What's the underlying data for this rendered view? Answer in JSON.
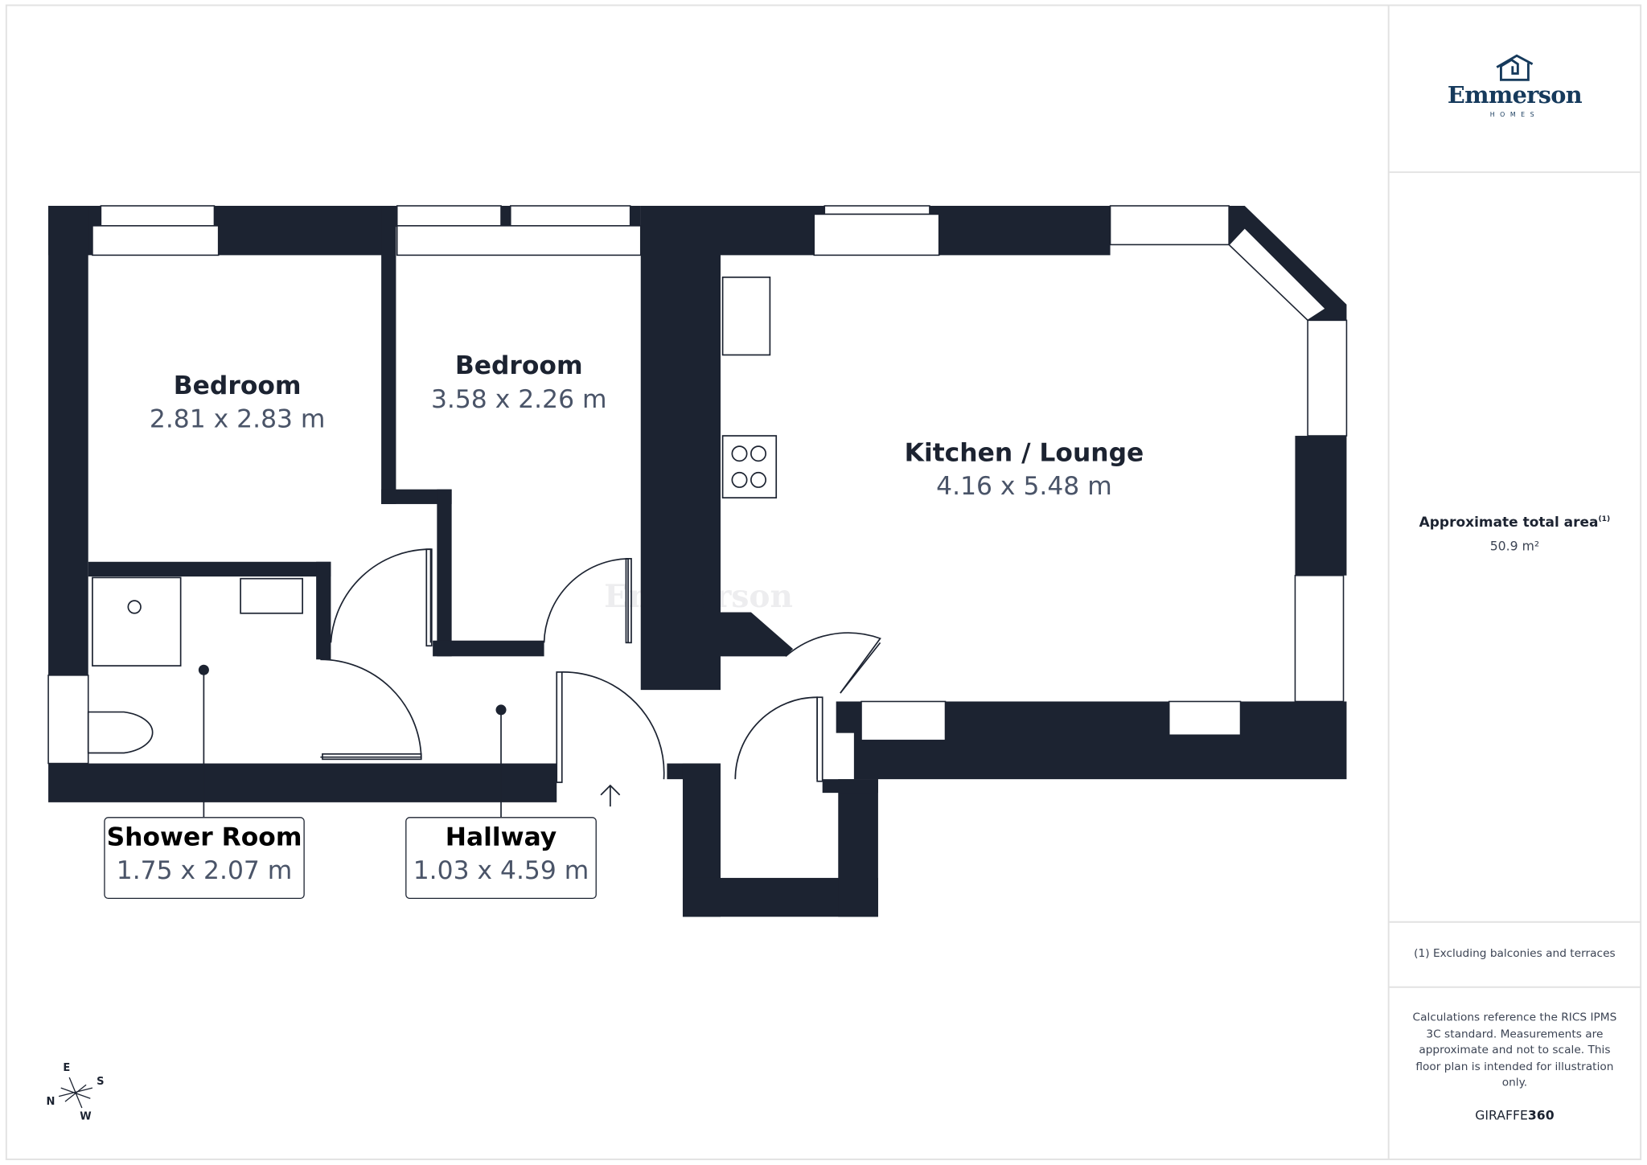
{
  "brand": {
    "name": "Emmerson",
    "subtitle": "HOMES",
    "color": "#163a5c"
  },
  "watermark": "Emmerson",
  "rooms": [
    {
      "name": "Bedroom",
      "dims": "2.81 x 2.83 m"
    },
    {
      "name": "Bedroom",
      "dims": "3.58 x 2.26 m"
    },
    {
      "name": "Kitchen / Lounge",
      "dims": "4.16 x 5.48 m"
    },
    {
      "name": "Shower Room",
      "dims": "1.75 x 2.07 m"
    },
    {
      "name": "Hallway",
      "dims": "1.03 x 4.59 m"
    }
  ],
  "summary": {
    "label": "Approximate total area",
    "footnote_mark": "(1)",
    "value": "50.9 m²"
  },
  "footnote": "(1) Excluding balconies and terraces",
  "disclaimer": "Calculations reference the RICS IPMS 3C standard. Measurements are approximate and not to scale. This floor plan is intended for illustration only.",
  "provider": {
    "prefix": "GIRAFFE",
    "suffix": "360"
  },
  "compass": {
    "n": "N",
    "e": "E",
    "s": "S",
    "w": "W"
  },
  "colors": {
    "wall": "#1c2331",
    "text": "#1c2331",
    "dims": "#4a5468"
  }
}
